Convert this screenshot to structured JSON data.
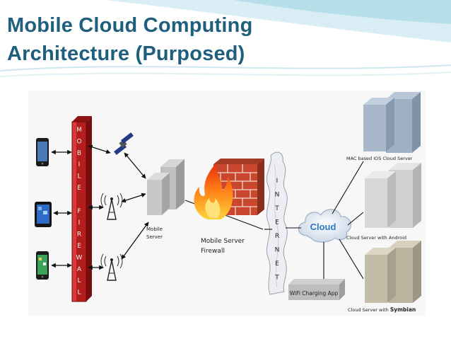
{
  "slide": {
    "title_line1": "Mobile Cloud Computing",
    "title_line2": "Architecture  (Purposed)"
  },
  "diagram": {
    "firewall_letters": [
      "M",
      "O",
      "B",
      "I",
      "L",
      "E",
      "",
      "F",
      "I",
      "R",
      "E",
      "W",
      "A",
      "L",
      "L"
    ],
    "internet_letters": [
      "I",
      "N",
      "T",
      "E",
      "R",
      "N",
      "E",
      "T"
    ],
    "mobile_server_label": [
      "Mobile",
      "Server"
    ],
    "mobile_server_firewall_label": [
      "Mobile Server",
      "Firewall"
    ],
    "cloud_label": "Cloud",
    "wifi_app_label": "WiFi Charging App",
    "mac_server_label": "MAC based IOS Cloud Server",
    "android_server_label": "Cloud Server with Android",
    "symbian_server_label_part1": "Cloud Server with",
    "symbian_server_label_part2": "Symbian",
    "colors": {
      "title": "#1f5f7e",
      "firewall": "#b51d1d",
      "cloud_text": "#2e78c4"
    }
  }
}
